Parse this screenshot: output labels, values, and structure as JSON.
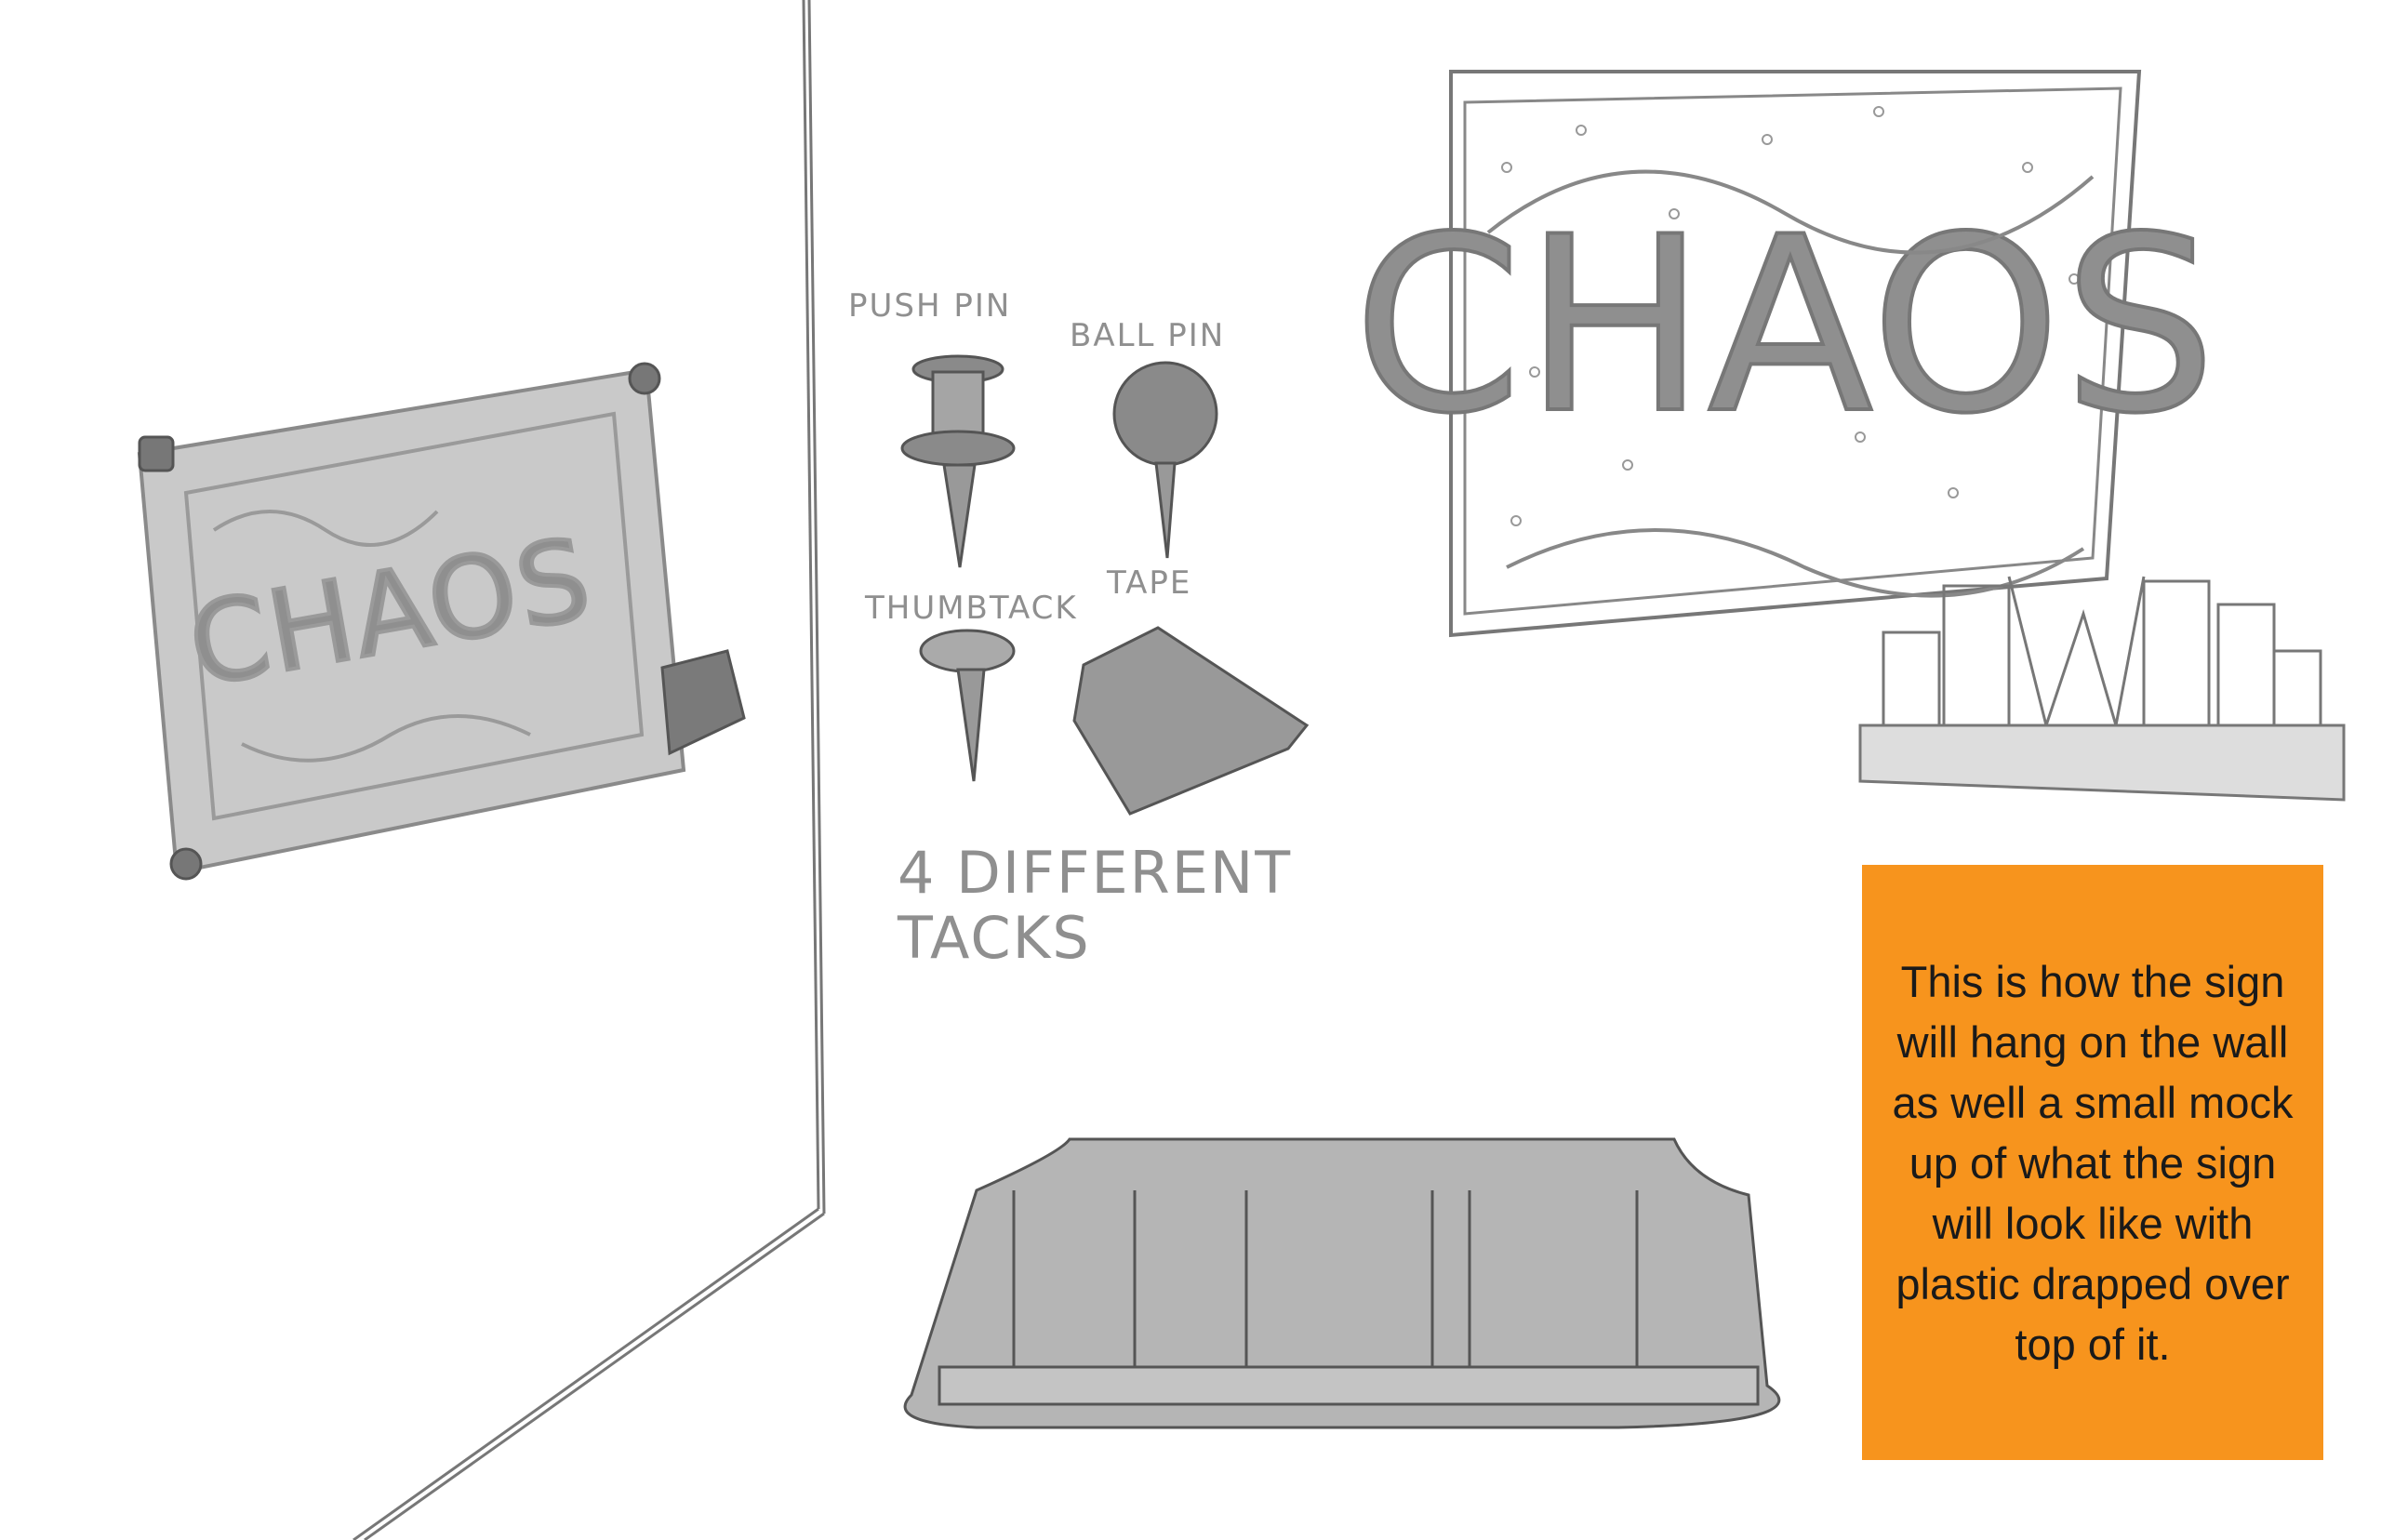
{
  "labels": {
    "push_pin": "PUSH PIN",
    "ball_pin": "BALL PIN",
    "thumbtack": "THUMBTACK",
    "tape": "TAPE",
    "heading_line1": "4 DIFFERENT",
    "heading_line2": "TACKS"
  },
  "sign_text": "CHAOS",
  "note": {
    "text": "This is how the sign will hang on the wall as well a small mock up of what the sign will look like with plastic drapped over top of it.",
    "background": "#F7941D"
  },
  "colors": {
    "sketch_stroke": "#6e6e6e",
    "panel_fill": "#cfcfcf",
    "tack_fill": "#9a9a9a",
    "drape_fill": "#a8a8a8"
  }
}
